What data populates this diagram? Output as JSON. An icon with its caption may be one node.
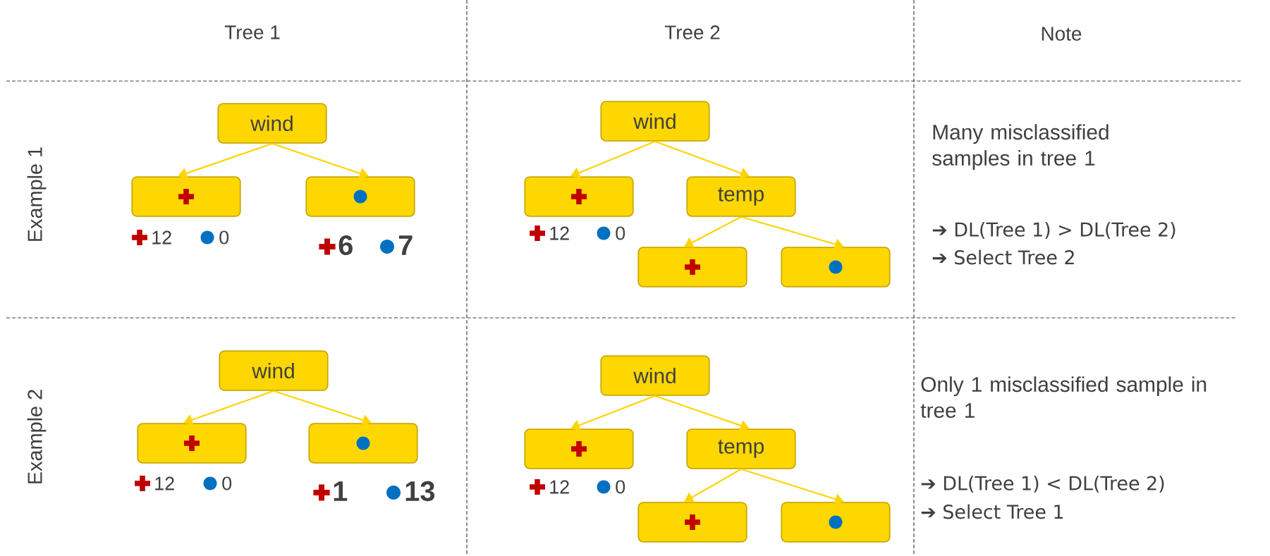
{
  "diagram": {
    "nodes": [
      {
        "text": [
          "wind"
        ]
      },
      {
        "text": [],
        "shape": "box",
        "beside": [
          "12",
          "0"
        ]
      },
      {
        "text": [],
        "shape": "box",
        "beside": [
          "6",
          "7"
        ]
      },
      {
        "text": [
          "wind"
        ]
      },
      {
        "text": [],
        "shape": "box",
        "beside": [
          "12",
          "0"
        ]
      },
      {
        "text": [
          "temp"
        ]
      },
      {
        "text": [],
        "shape": "box"
      },
      {
        "text": [],
        "shape": "box"
      },
      {
        "text": [
          "wind"
        ]
      },
      {
        "text": [],
        "shape": "box",
        "beside": [
          "12",
          "0"
        ]
      },
      {
        "text": [],
        "shape": "box",
        "beside": [
          "1",
          "13"
        ]
      },
      {
        "text": [
          "wind"
        ]
      },
      {
        "text": [],
        "shape": "box",
        "beside": [
          "12",
          "0"
        ]
      },
      {
        "text": [
          "temp"
        ]
      },
      {
        "text": [],
        "shape": "box"
      },
      {
        "text": [],
        "shape": "box"
      }
    ],
    "edges": [
      {
        "from": 0,
        "to": 1,
        "arrow": "to"
      },
      {
        "from": 0,
        "to": 2,
        "arrow": "to"
      },
      {
        "from": 3,
        "to": 4,
        "arrow": "to"
      },
      {
        "from": 3,
        "to": 5,
        "arrow": "to"
      },
      {
        "from": 5,
        "to": 6,
        "arrow": "to"
      },
      {
        "from": 5,
        "to": 7,
        "arrow": "to"
      },
      {
        "from": 8,
        "to": 9,
        "arrow": "to"
      },
      {
        "from": 8,
        "to": 10,
        "arrow": "to"
      },
      {
        "from": 11,
        "to": 12,
        "arrow": "to"
      },
      {
        "from": 11,
        "to": 13,
        "arrow": "to"
      },
      {
        "from": 13,
        "to": 14,
        "arrow": "to"
      },
      {
        "from": 13,
        "to": 15,
        "arrow": "to"
      }
    ],
    "labels": [
      "Tree 1",
      "Tree 2",
      "Note",
      "Example 1",
      "Many misclassified samples in tree 1",
      "➔ DL(Tree 1) > DL(Tree 2)",
      "➔ Select Tree 2",
      "Example 2",
      "Only 1 misclassified sample in tree 1",
      "➔ DL(Tree 1) < DL(Tree 2)",
      "➔ Select Tree 1"
    ]
  }
}
